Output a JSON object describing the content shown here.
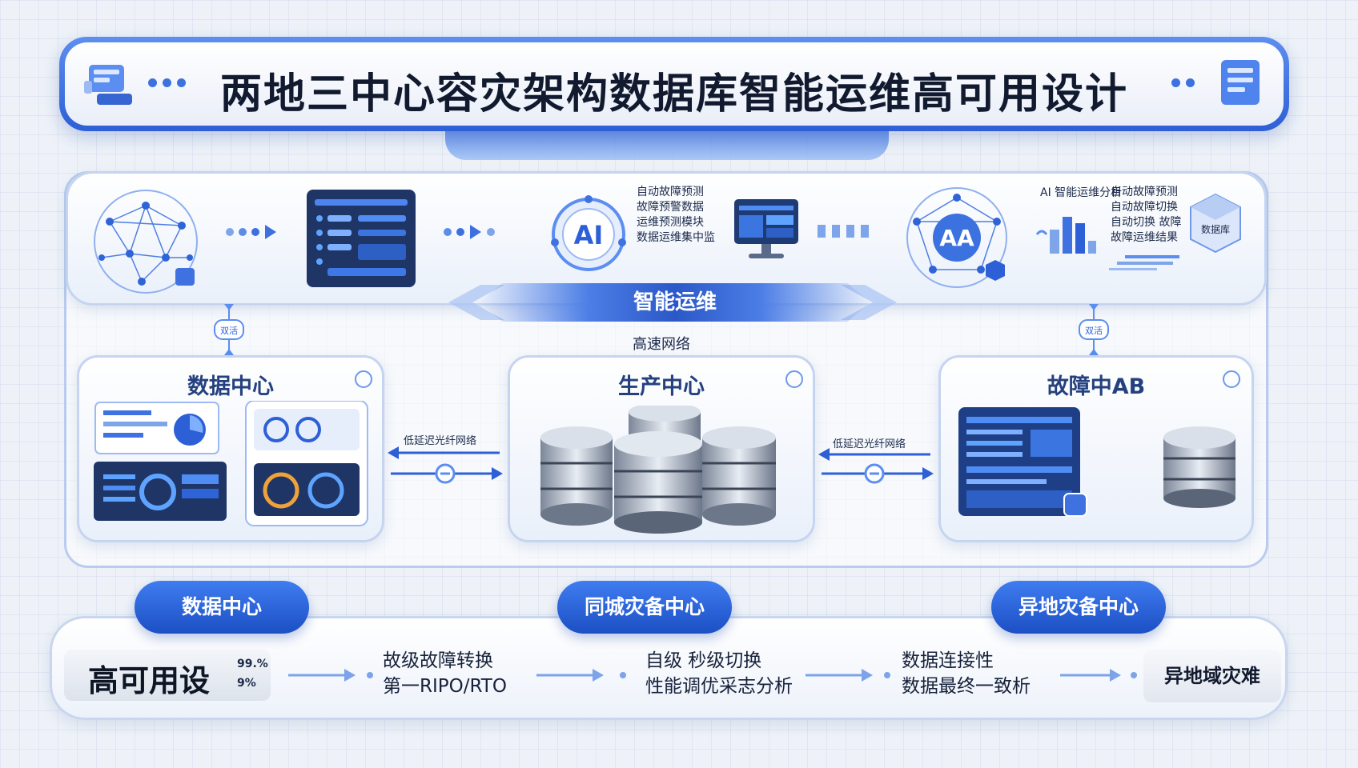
{
  "title": "两地三中心容灾架构数据库智能运维高可用设计",
  "top_panel": {
    "ops_label": "智能运维",
    "ai_center_lines": [
      "自动故障预测",
      "故障预警数据",
      "运维预测模块",
      "数据运维集中监"
    ],
    "ai_right_prefix": "AI 智能运维分析",
    "ai_right_lines": [
      "自动故障预测",
      "自动故障切换",
      "自动切换 故障",
      "故障运维结果"
    ],
    "db_tag": "数据库",
    "ai_icon_text": "AI",
    "aa_icon_text": "AA"
  },
  "network": {
    "label": "高速网络",
    "left_link_label": "低延迟光纤网络",
    "right_link_label": "低延迟光纤网络",
    "left_connector": "双活",
    "right_connector": "双活"
  },
  "centers": {
    "left": {
      "title": "数据中心"
    },
    "middle": {
      "title": "生产中心"
    },
    "right": {
      "title": "故障中AB"
    }
  },
  "pills": [
    "数据中心",
    "同城灾备中心",
    "异地灾备中心"
  ],
  "bottom": {
    "ha_label": "高可用设",
    "ha_sup1": "99.%",
    "ha_sup2": "9%",
    "step1": [
      "故级故障转换",
      "第一RIPO/RTO"
    ],
    "step2": [
      "自级 秒级切换",
      "性能调优采志分析"
    ],
    "step3": [
      "数据连接性",
      "数据最终一致析"
    ],
    "step4": "异地域灾难"
  },
  "colors": {
    "accent": "#2d5fd6",
    "pill": "#2a62dc",
    "panel_border": "#b9ccef",
    "title_text": "#111a2e"
  }
}
